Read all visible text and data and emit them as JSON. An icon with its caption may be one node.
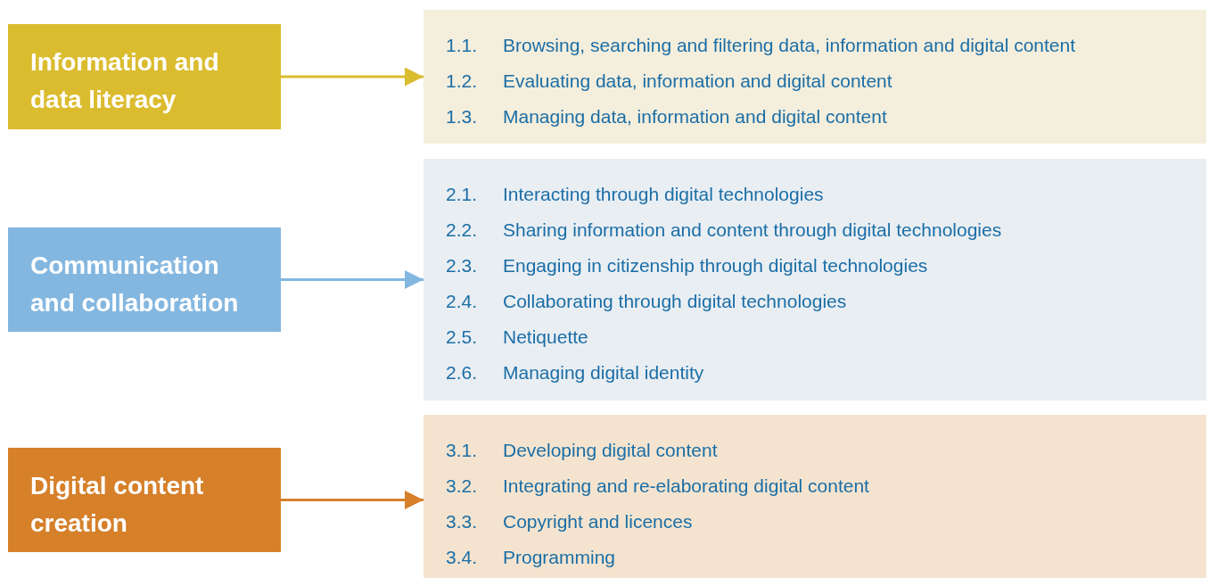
{
  "diagram": {
    "nodes": [
      {
        "text": [
          "Information and data literacy"
        ]
      },
      {
        "text": [
          "1.1.",
          "Browsing, searching and filtering data, information and digital content",
          "1.2.",
          "Evaluating data, information and digital content",
          "1.3.",
          "Managing data, information and digital content"
        ]
      },
      {
        "text": [
          "Communication and collaboration"
        ]
      },
      {
        "text": [
          "2.1.",
          "Interacting through digital technologies",
          "2.2.",
          "Sharing information and content through digital technologies",
          "2.3.",
          "Engaging in citizenship through digital technologies",
          "2.4.",
          "Collaborating through digital technologies",
          "2.5.",
          "Netiquette",
          "2.6.",
          "Managing digital identity"
        ]
      },
      {
        "text": [
          "Digital content creation"
        ]
      },
      {
        "text": [
          "3.1.",
          "Developing digital content",
          "3.2.",
          "Integrating and re-elaborating digital content",
          "3.3.",
          "Copyright and licences",
          "3.4.",
          "Programming"
        ]
      }
    ],
    "edges": [
      {
        "from": 0,
        "to": 1,
        "arrow": "to",
        "color": "#dbbc2f"
      },
      {
        "from": 2,
        "to": 3,
        "arrow": "to",
        "color": "#84b7e0"
      },
      {
        "from": 4,
        "to": 5,
        "arrow": "to",
        "color": "#d6802a"
      }
    ]
  }
}
